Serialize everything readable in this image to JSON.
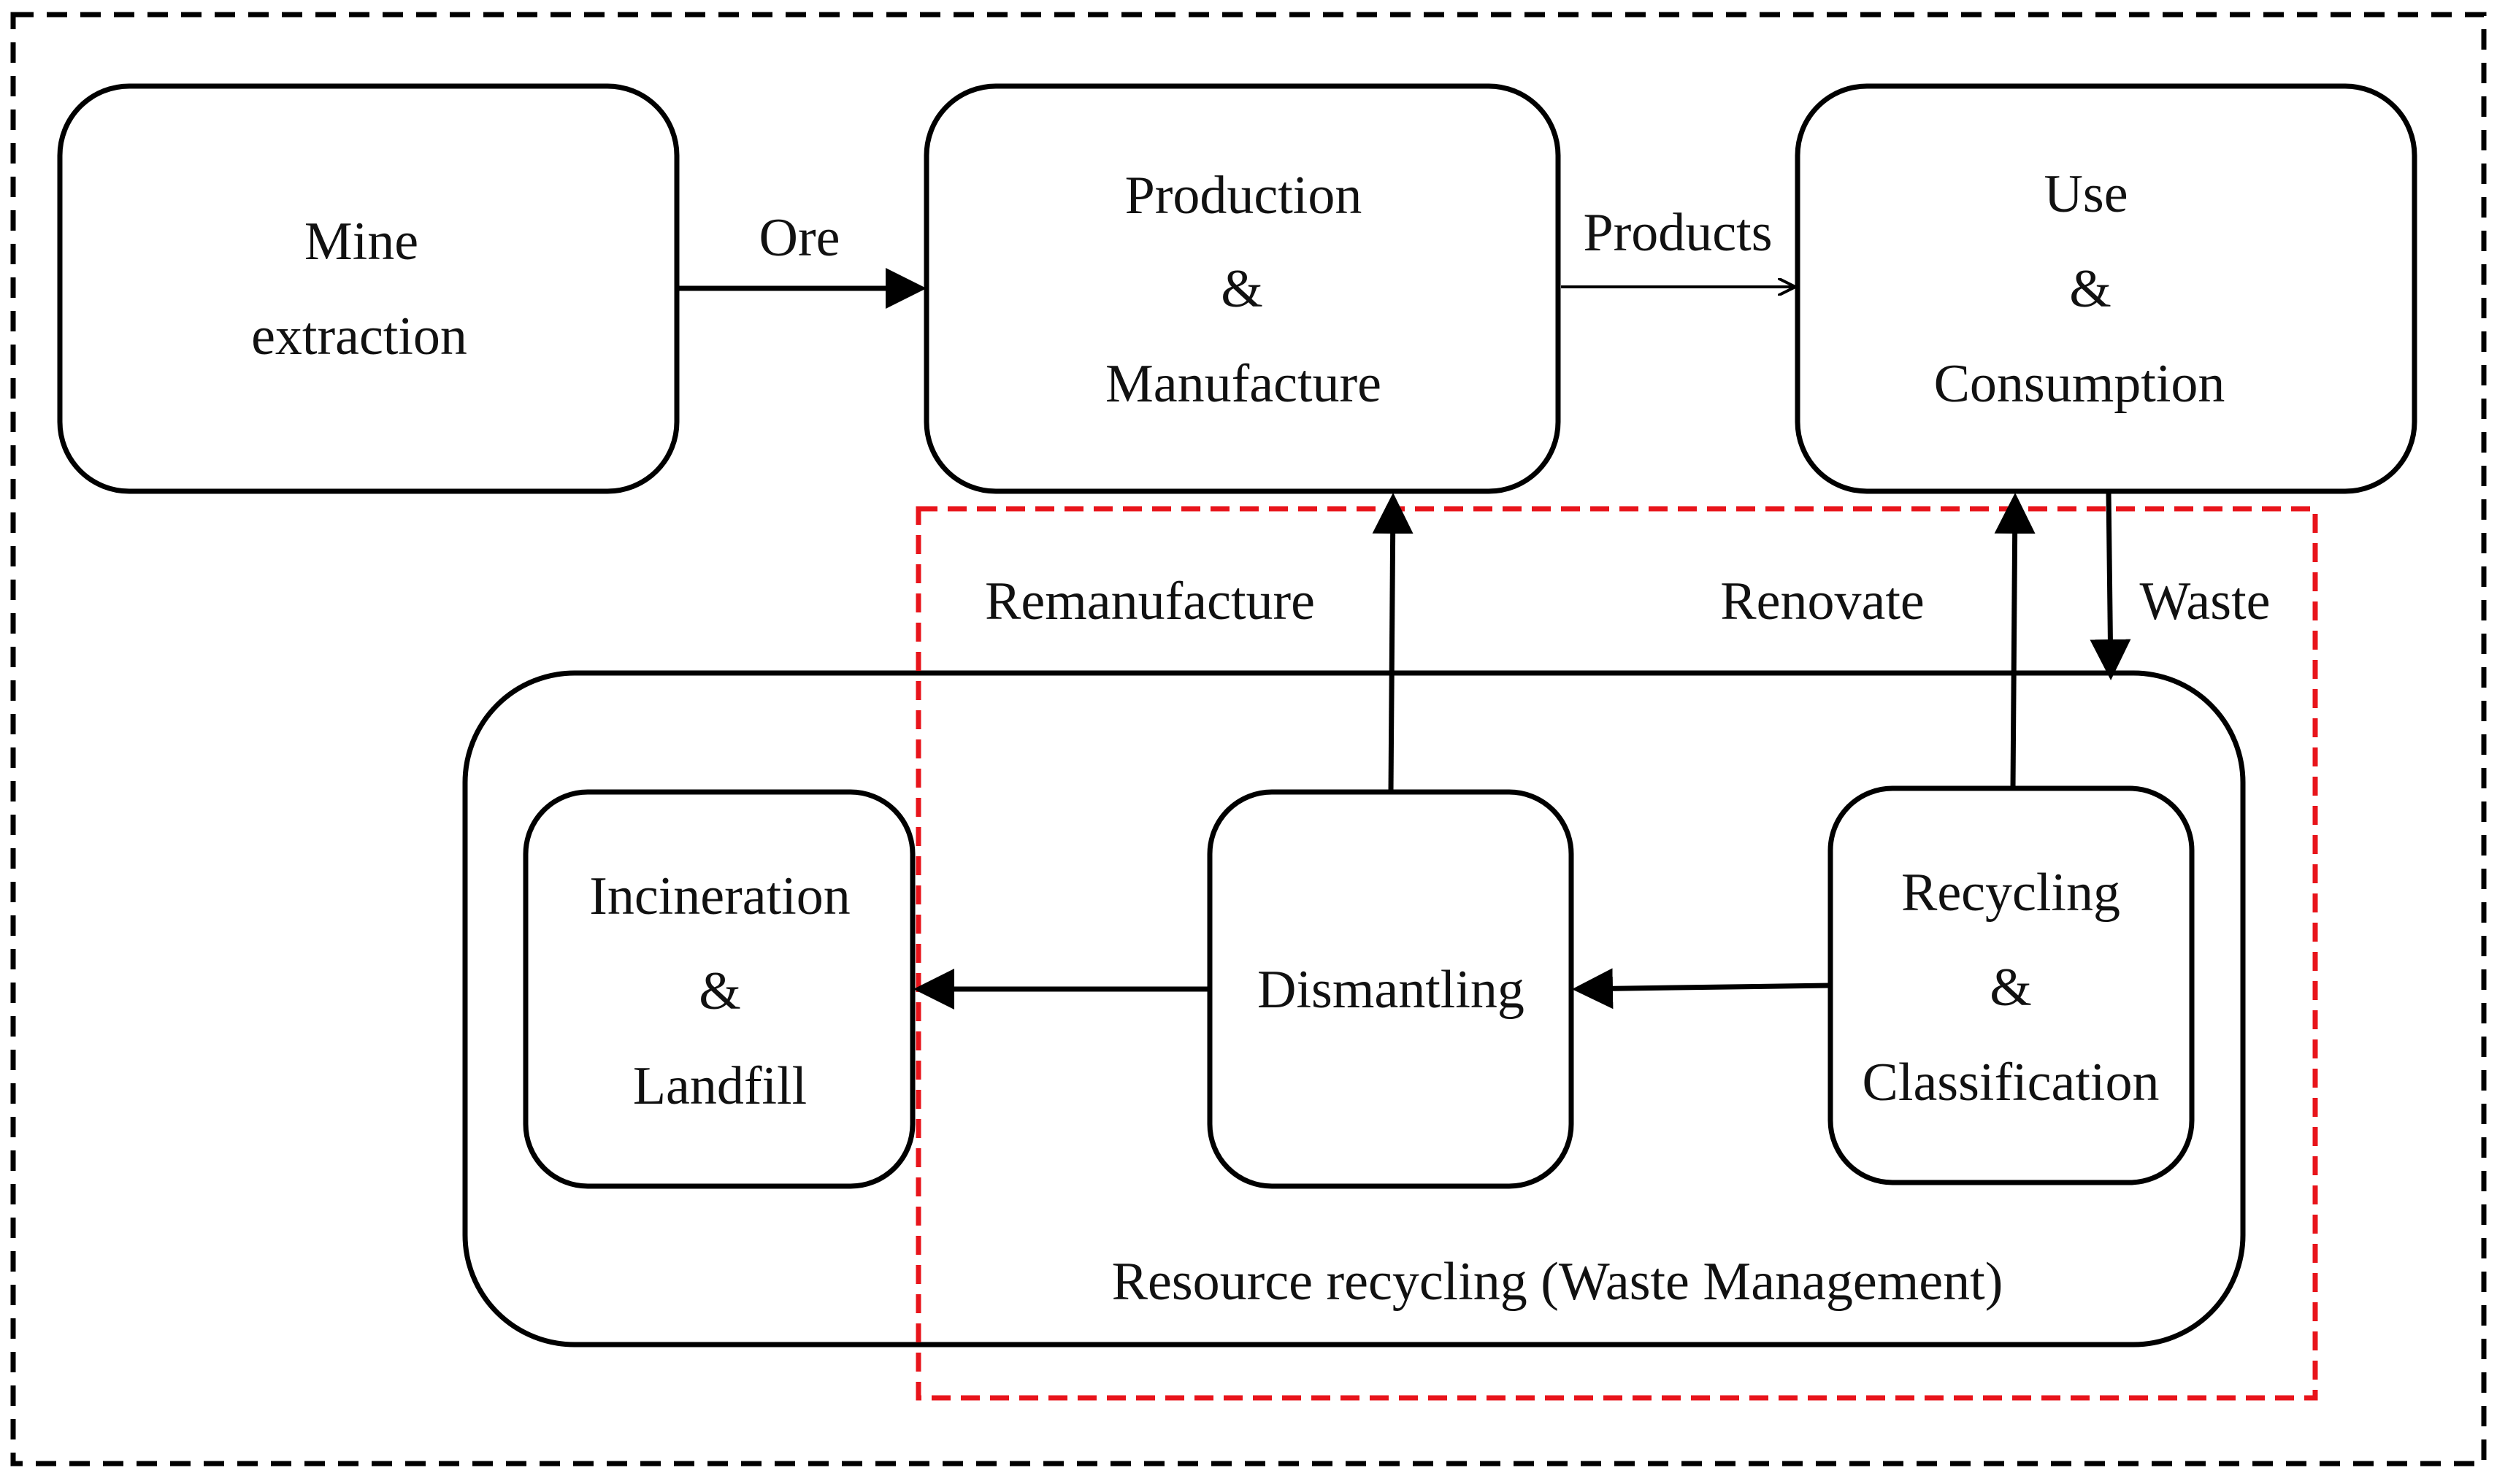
{
  "diagram": {
    "nodes": {
      "mine": [
        "Mine",
        "extraction"
      ],
      "production": [
        "Production",
        "&",
        "Manufacture"
      ],
      "use": [
        "Use",
        "&",
        "Consumption"
      ],
      "incineration": [
        "Incineration",
        "&",
        "Landfill"
      ],
      "dismantling": [
        "Dismantling"
      ],
      "recycling": [
        "Recycling",
        "&",
        "Classification"
      ]
    },
    "group_label": "Resource recycling (Waste Management)",
    "edges": {
      "ore": "Ore",
      "products": "Products",
      "remanufacture": "Remanufacture",
      "renovate": "Renovate",
      "waste": "Waste"
    },
    "colors": {
      "outer_border": "#000000",
      "highlight_border": "#e8141b",
      "stroke": "#000000"
    }
  }
}
